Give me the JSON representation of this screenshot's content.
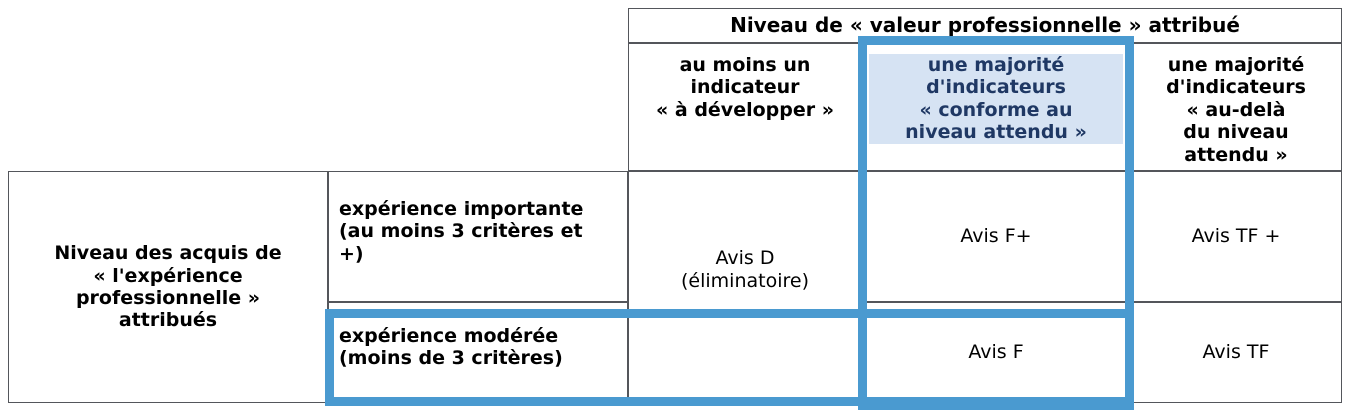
{
  "table": {
    "column_group_header": "Niveau de « valeur professionnelle » attribué",
    "row_group_header": "Niveau des acquis de\n« l'expérience\nprofessionnelle »\nattribués",
    "columns": [
      {
        "id": "a-developper",
        "label": "au moins un\nindicateur\n« à développer »",
        "highlighted": false
      },
      {
        "id": "conforme",
        "label": "une majorité\nd'indicateurs\n« conforme au\nniveau attendu »",
        "highlighted": true
      },
      {
        "id": "au-dela",
        "label": "une majorité\nd'indicateurs\n« au-delà\ndu niveau\nattendu »",
        "highlighted": false
      }
    ],
    "rows": [
      {
        "id": "experience-importante",
        "label": "expérience importante\n(au moins 3 critères et\n+)",
        "highlighted": false
      },
      {
        "id": "experience-moderee",
        "label": "expérience modérée\n(moins de 3 critères)",
        "highlighted": true
      }
    ],
    "cells": {
      "merged_avis_d": "Avis D\n(éliminatoire)",
      "row1_conforme": "Avis F+",
      "row1_au_dela": "Avis TF +",
      "row2_conforme": "Avis F",
      "row2_au_dela": "Avis TF"
    }
  },
  "colors": {
    "highlight_blue": "#4a9ad0",
    "header_highlight_bg": "#d6e3f3",
    "header_highlight_text": "#1f3864",
    "border": "#54565b",
    "background": "#ffffff"
  },
  "annotations": [
    {
      "name": "column-highlight-box",
      "target": "conforme",
      "color": "#4a9ad0"
    },
    {
      "name": "row-highlight-box",
      "target": "experience-moderee",
      "color": "#4a9ad0"
    }
  ]
}
